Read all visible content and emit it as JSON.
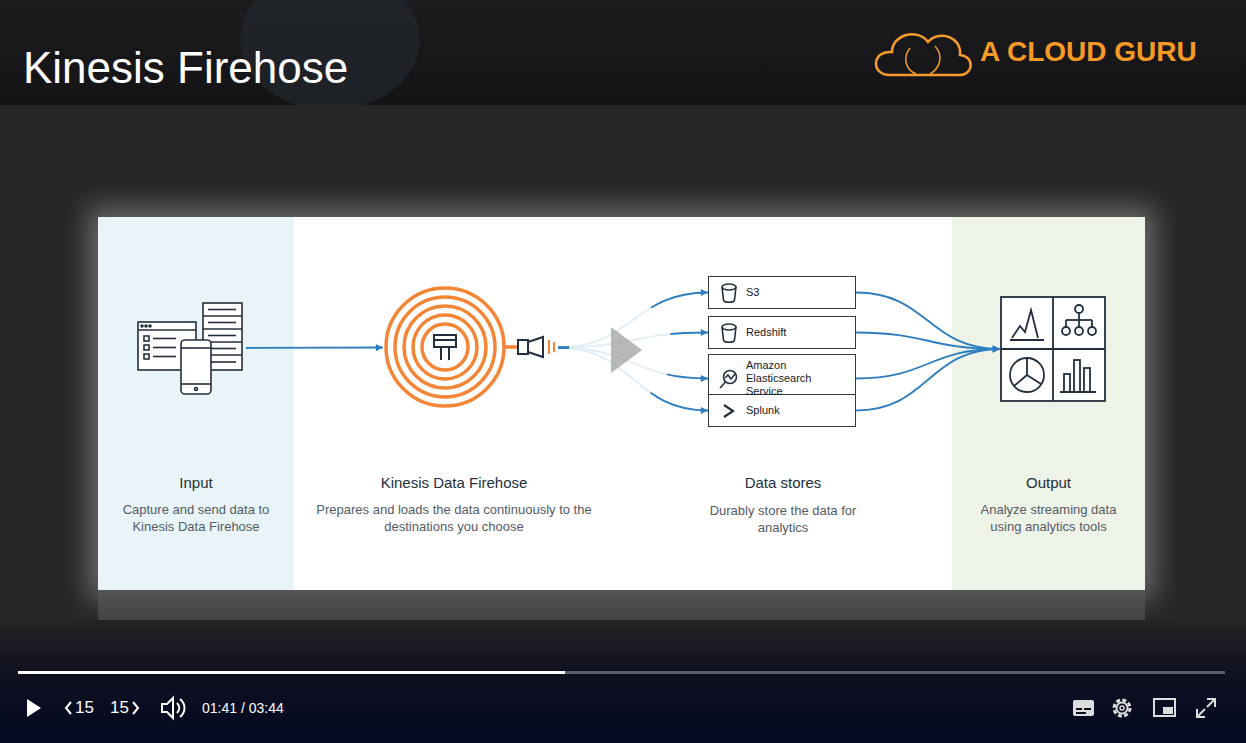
{
  "diagram": {
    "title": "Kinesis Firehose",
    "nodes": [
      {
        "text": [
          "Input",
          "Capture and send data to Kinesis Data Firehose"
        ]
      },
      {
        "text": [
          "Kinesis Data Firehose",
          "Prepares and loads the data continuously to the destinations you choose"
        ]
      },
      {
        "text": [
          "S3"
        ]
      },
      {
        "text": [
          "Redshift"
        ]
      },
      {
        "text": [
          "Amazon Elasticsearch Service"
        ]
      },
      {
        "text": [
          "Splunk"
        ]
      },
      {
        "text": [
          "Output",
          "Analyze streaming data using analytics tools"
        ]
      }
    ],
    "edges": [
      {
        "from": 0,
        "to": 1,
        "arrow": "to"
      },
      {
        "from": 1,
        "to": 2,
        "arrow": "to"
      },
      {
        "from": 1,
        "to": 3,
        "arrow": "to"
      },
      {
        "from": 1,
        "to": 4,
        "arrow": "to"
      },
      {
        "from": 1,
        "to": 5,
        "arrow": "to"
      },
      {
        "from": 2,
        "to": 6,
        "arrow": "to"
      },
      {
        "from": 3,
        "to": 6,
        "arrow": "to"
      },
      {
        "from": 4,
        "to": 6,
        "arrow": "to"
      },
      {
        "from": 5,
        "to": 6,
        "arrow": "to"
      }
    ],
    "labels": [
      "A CLOUD GURU",
      "Data stores",
      "Durably store the data for analytics",
      "15",
      "15",
      "01:41 / 03:44"
    ]
  }
}
